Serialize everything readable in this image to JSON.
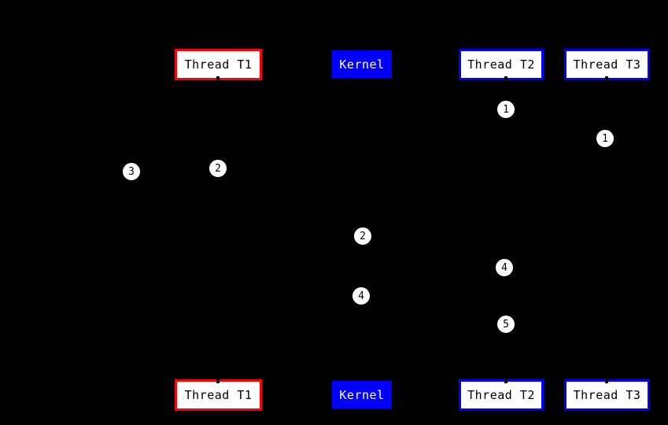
{
  "diagram": {
    "description": "Thread/kernel sequence diagram with numbered event markers on lifelines; arrows and lifelines are black on a black background",
    "background": "#000000",
    "colors": {
      "red_accent": "#ff0000",
      "blue_accent": "#0000ff",
      "entity_fill": "#ffffff",
      "entity_text": "#000000",
      "kernel_text": "#ffffff",
      "marker_fill": "#ffffff",
      "marker_text": "#000000",
      "background": "#000000"
    },
    "entities": [
      {
        "id": "thread-t1",
        "label": "Thread T1",
        "box_style": "red-outline"
      },
      {
        "id": "kernel",
        "label": "Kernel",
        "box_style": "blue-filled"
      },
      {
        "id": "thread-t2",
        "label": "Thread T2",
        "box_style": "blue-outline"
      },
      {
        "id": "thread-t3",
        "label": "Thread T3",
        "box_style": "blue-outline"
      }
    ],
    "event_markers": [
      {
        "label": "1",
        "lifeline": "thread-t2"
      },
      {
        "label": "1",
        "lifeline": "thread-t3"
      },
      {
        "label": "3",
        "lifeline": "left-of-thread-t1"
      },
      {
        "label": "2",
        "lifeline": "thread-t1"
      },
      {
        "label": "2",
        "lifeline": "kernel"
      },
      {
        "label": "4",
        "lifeline": "thread-t2"
      },
      {
        "label": "4",
        "lifeline": "kernel"
      },
      {
        "label": "5",
        "lifeline": "thread-t2"
      }
    ]
  }
}
